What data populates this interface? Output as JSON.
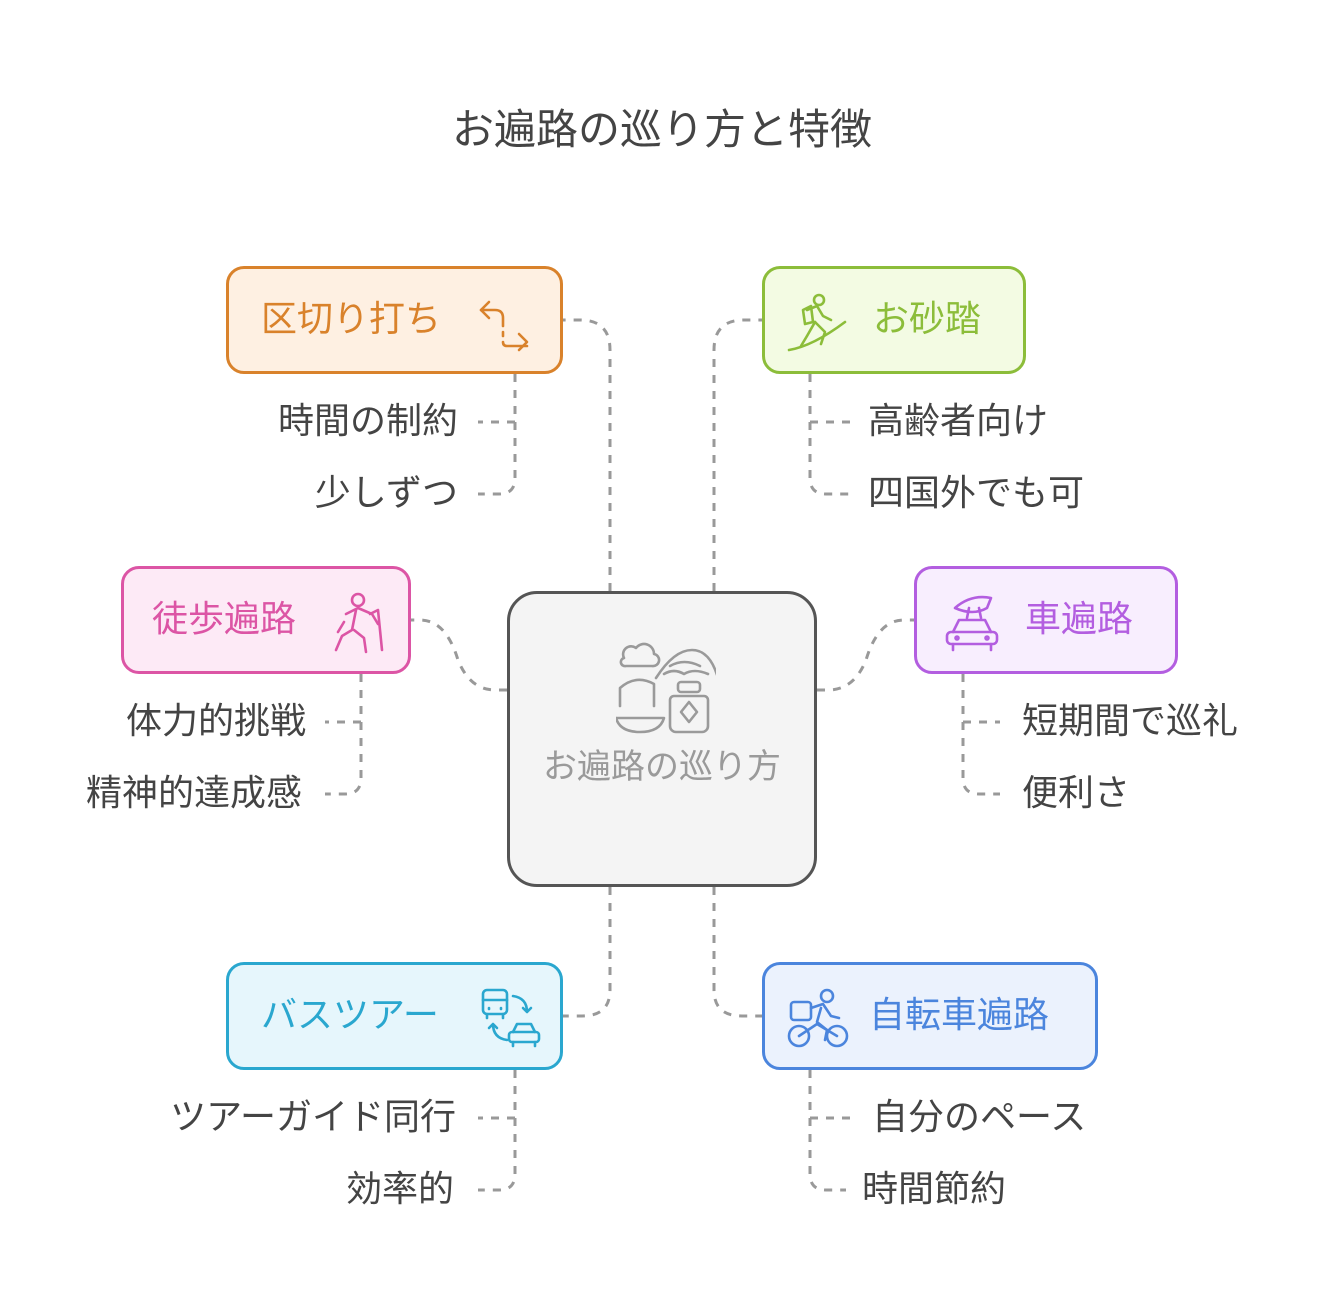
{
  "title": "お遍路の巡り方と特徴",
  "center": {
    "label": "お遍路の巡り方"
  },
  "nodes": {
    "kugiri": {
      "label": "区切り打ち",
      "icon": "route-arrows-icon",
      "color": "#d9822b",
      "fill": "#fef0e2",
      "leaves": [
        "時間の制約",
        "少しずつ"
      ]
    },
    "osuna": {
      "label": "お砂踏",
      "icon": "hiker-icon",
      "color": "#8cbd3a",
      "fill": "#f3fbe3",
      "leaves": [
        "高齢者向け",
        "四国外でも可"
      ]
    },
    "toho": {
      "label": "徒歩遍路",
      "icon": "walking-pilgrim-icon",
      "color": "#dc55a5",
      "fill": "#fdeaf6",
      "leaves": [
        "体力的挑戦",
        "精神的達成感"
      ]
    },
    "kuruma": {
      "label": "車遍路",
      "icon": "car-pilgrim-icon",
      "color": "#b35ee0",
      "fill": "#f8eefe",
      "leaves": [
        "短期間で巡礼",
        "便利さ"
      ]
    },
    "bus": {
      "label": "バスツアー",
      "icon": "bus-car-icon",
      "color": "#2aa7cf",
      "fill": "#e6f6fc",
      "leaves": [
        "ツアーガイド同行",
        "効率的"
      ]
    },
    "jitensha": {
      "label": "自転車遍路",
      "icon": "cyclist-icon",
      "color": "#4b85dd",
      "fill": "#ebf2fd",
      "leaves": [
        "自分のペース",
        "時間節約"
      ]
    }
  }
}
